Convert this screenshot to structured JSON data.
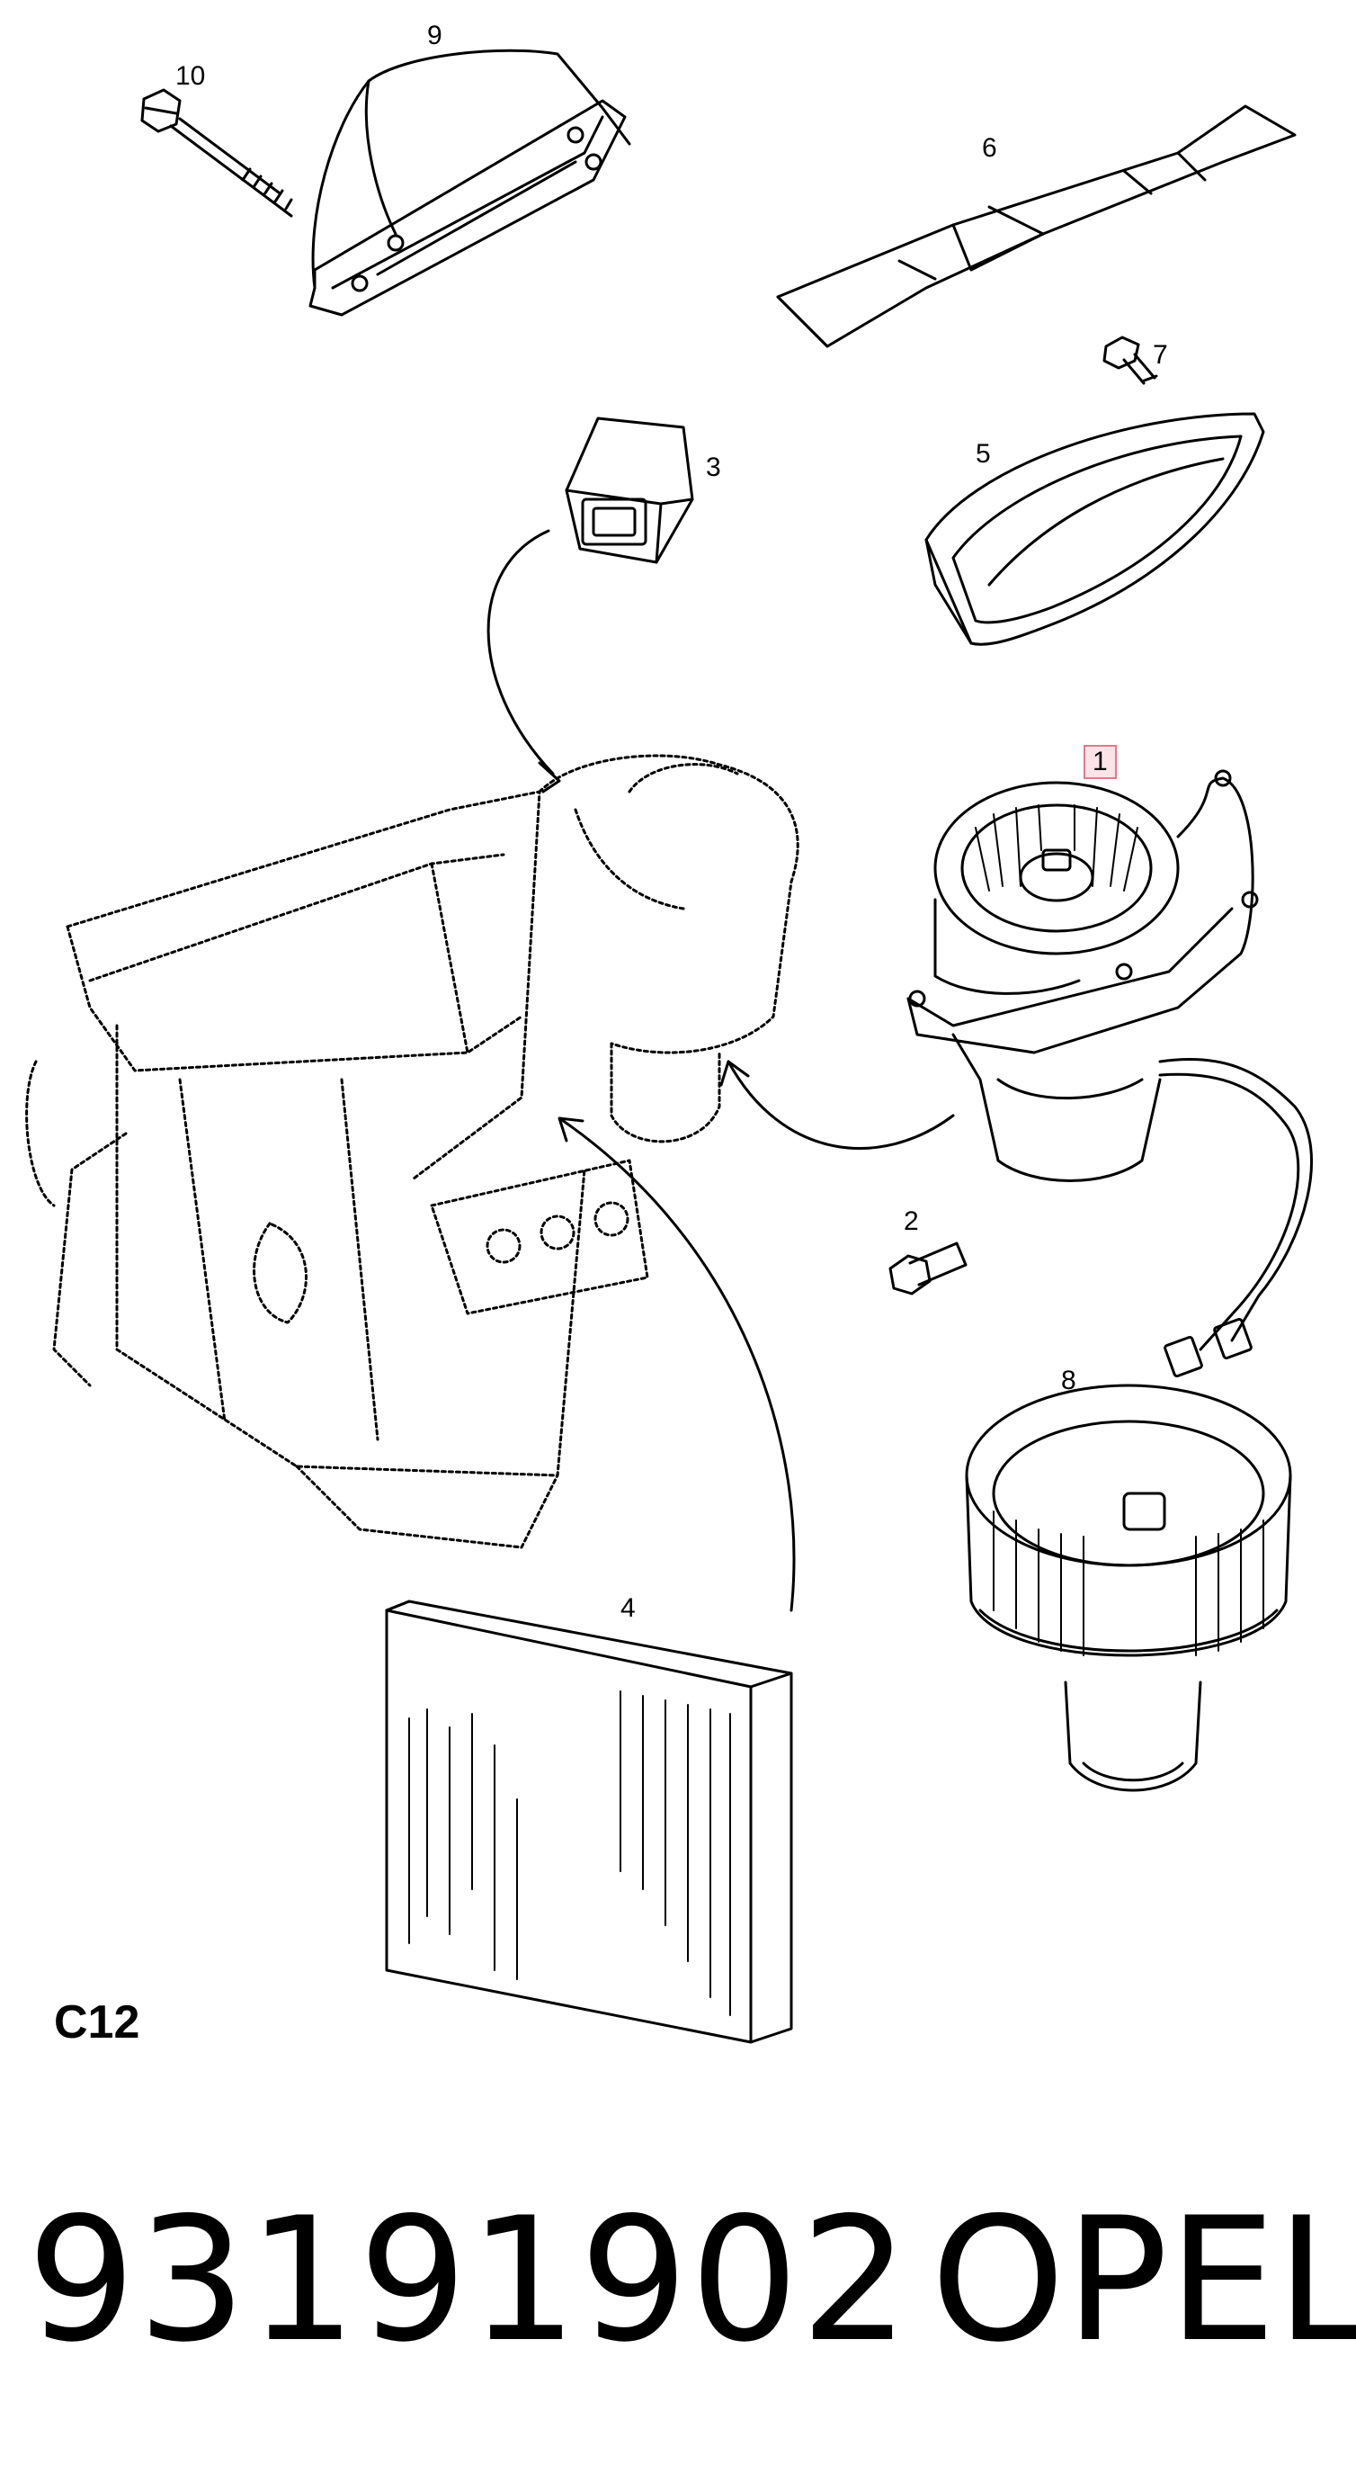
{
  "callouts": {
    "c1": "1",
    "c2": "2",
    "c3": "3",
    "c4": "4",
    "c5": "5",
    "c6": "6",
    "c7": "7",
    "c8": "8",
    "c9": "9",
    "c10": "10"
  },
  "section_code": "C12",
  "part_number": "93191902",
  "brand": "OPEL",
  "colors": {
    "line": "#000000",
    "highlight_border": "#e07a8a",
    "highlight_fill": "#fbe3e7"
  }
}
